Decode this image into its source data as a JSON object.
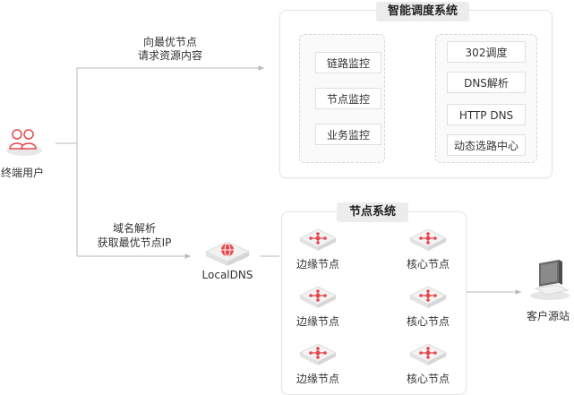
{
  "scheduler": {
    "title": "智能调度系统",
    "monitors": [
      "链路监控",
      "节点监控",
      "业务监控"
    ],
    "methods": [
      "302调度",
      "DNS解析",
      "HTTP DNS",
      "动态选路中心"
    ]
  },
  "node_system": {
    "title": "节点系统",
    "edge_nodes": [
      "边缘节点",
      "边缘节点",
      "边缘节点"
    ],
    "core_nodes": [
      "核心节点",
      "核心节点",
      "核心节点"
    ]
  },
  "user": {
    "label": "终端用户"
  },
  "flow_top": {
    "line1": "向最优节点",
    "line2": "请求资源内容"
  },
  "flow_bottom": {
    "line1": "域名解析",
    "line2": "获取最优节点IP"
  },
  "localdns": {
    "label": "LocalDNS"
  },
  "origin": {
    "label": "客户源站"
  },
  "colors": {
    "accent": "#e5484d",
    "line": "#b8b8b8"
  }
}
